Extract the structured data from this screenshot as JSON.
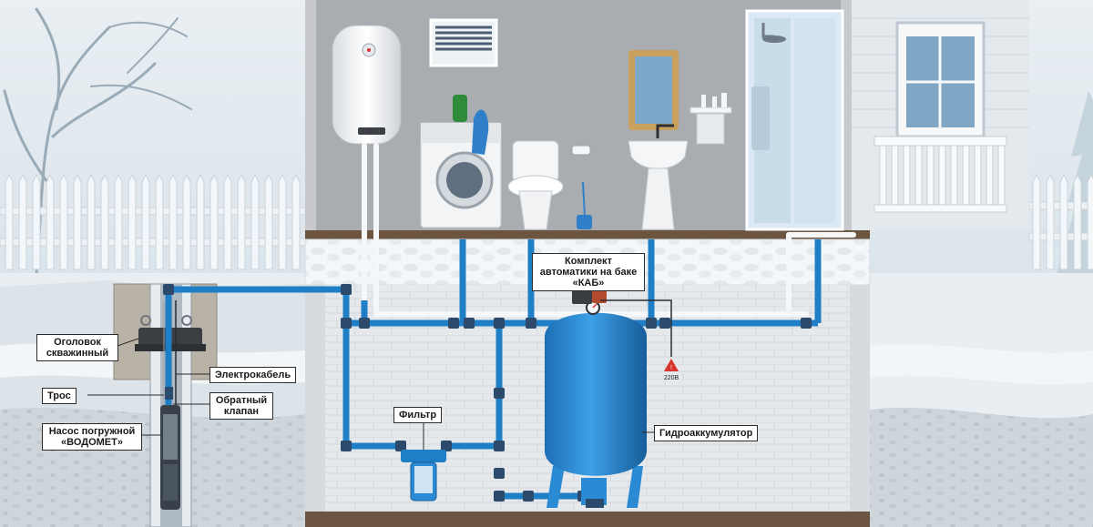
{
  "labels": {
    "wellhead": "Оголовок скважинный",
    "cable": "Электрокабель",
    "rope": "Трос",
    "check_valve": "Обратный клапан",
    "pump": "Насос погружной «ВОДОМЕТ»",
    "filter": "Фильтр",
    "automation": "Комплект автоматики на баке «КАБ»",
    "accumulator": "Гидроаккумулятор",
    "voltage": "220В"
  },
  "colors": {
    "sky": "#dfe8ee",
    "house_wall": "#a9acb1",
    "basement_wall": "#e4e7ea",
    "pipe_blue": "#1f7fc6",
    "fitting": "#2c4a6b",
    "tank": "#2a8ad4",
    "ground": "#cfd6db",
    "floor_slab": "#6b5440",
    "warning": "#d9342b"
  },
  "icons": [
    "water-heater-icon",
    "washing-machine-icon",
    "toilet-icon",
    "sink-icon",
    "mirror-icon",
    "shower-cabin-icon",
    "window-icon",
    "toilet-paper-icon",
    "toilet-brush-icon",
    "shelf-icon",
    "fence-icon",
    "tree-icon",
    "warning-sign-icon",
    "pressure-gauge-icon",
    "pressure-switch-icon"
  ]
}
